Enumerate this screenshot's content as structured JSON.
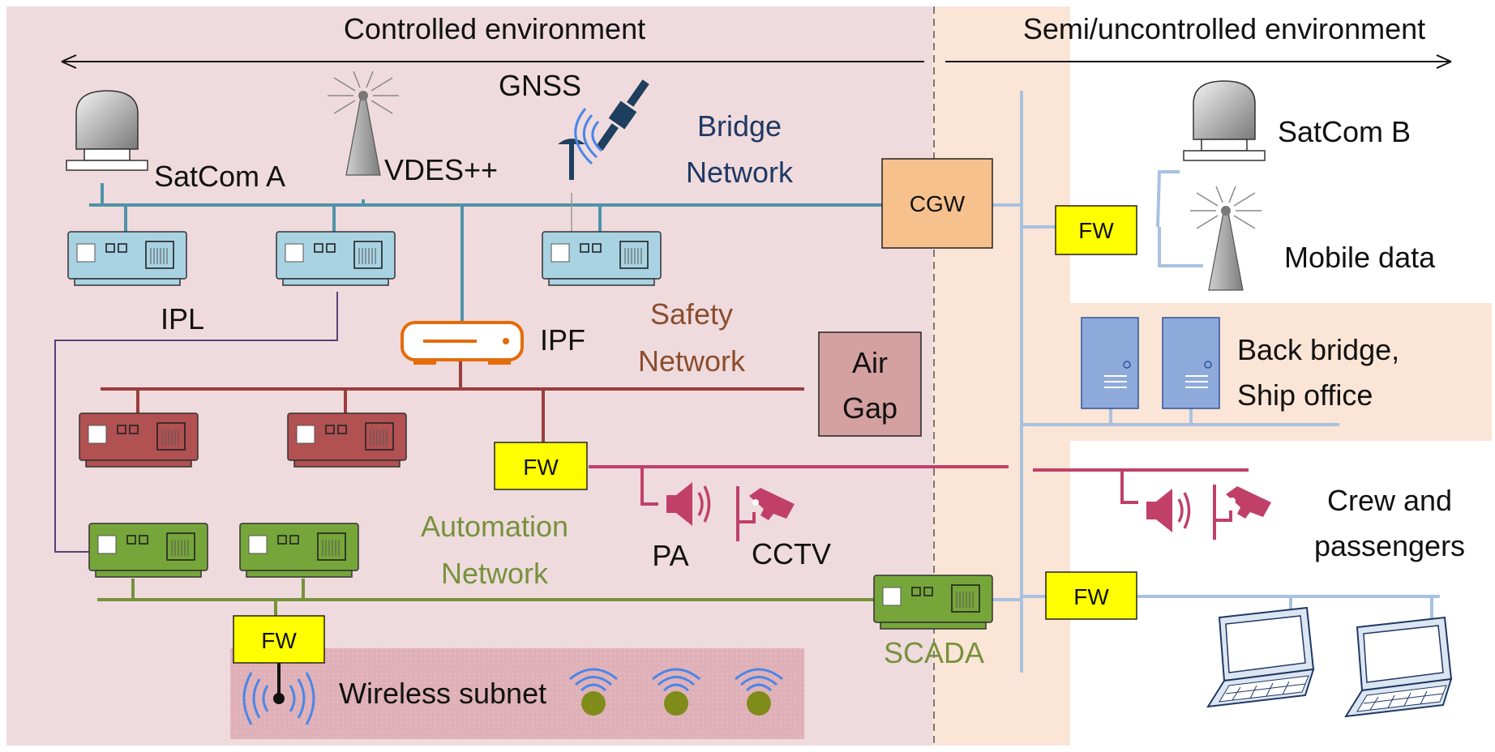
{
  "environments": {
    "controlled": "Controlled environment",
    "semi": "Semi/uncontrolled environment"
  },
  "devices": {
    "satcom_a": "SatCom A",
    "vdes": "VDES++",
    "gnss": "GNSS",
    "ipl": "IPL",
    "ipf": "IPF",
    "cgw": "CGW",
    "satcom_b": "SatCom B",
    "mobile_data": "Mobile data",
    "pa": "PA",
    "cctv": "CCTV",
    "scada": "SCADA"
  },
  "networks": {
    "bridge_1": "Bridge",
    "bridge_2": "Network",
    "safety_1": "Safety",
    "safety_2": "Network",
    "automation_1": "Automation",
    "automation_2": "Network",
    "air_gap_1": "Air",
    "air_gap_2": "Gap",
    "wireless_subnet": "Wireless subnet"
  },
  "zones": {
    "back_bridge_1": "Back bridge,",
    "back_bridge_2": "Ship office",
    "crew_1": "Crew and",
    "crew_2": "passengers"
  },
  "firewall_label": "FW",
  "colors": {
    "controlled_bg": "#efdbdd",
    "semi_bg": "#fbe5d6",
    "bridge_line": "#4f93a9",
    "safety_line": "#9c3d3d",
    "automation_line": "#76923c",
    "cctv_line": "#c0406a",
    "semi_line": "#a8c1e0",
    "firewall": "#ffff00",
    "cgw": "#f6c18c",
    "air_gap": "#d5a0a0",
    "wireless_bg": "#dfb0b7"
  }
}
